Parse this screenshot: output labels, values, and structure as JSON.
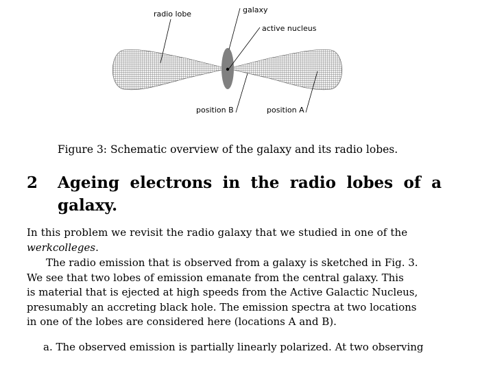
{
  "figure": {
    "labels": {
      "radio_lobe": "radio lobe",
      "galaxy": "galaxy",
      "active_nucleus": "active nucleus",
      "position_b": "position B",
      "position_a": "position A"
    },
    "caption": "Figure 3: Schematic overview of the galaxy and its radio lobes."
  },
  "section": {
    "number": "2",
    "title": "Ageing electrons in the radio lobes of a galaxy."
  },
  "paragraph1": {
    "line1": "In this problem we revisit the radio galaxy that we studied in one of the",
    "line2_em": "werkcolleges",
    "line2_end": "."
  },
  "paragraph2": {
    "lines": [
      "The radio emission that is observed from a galaxy is sketched in Fig. 3.",
      "We see that two lobes of emission emanate from the central galaxy.  This",
      "is material that is ejected at high speeds from the Active Galactic Nucleus,",
      "presumably an accreting black hole.  The emission spectra at two locations",
      "in one of the lobes are considered here (locations A and B)."
    ]
  },
  "item_a": "a.  The observed emission is partially linearly polarized. At two observing"
}
